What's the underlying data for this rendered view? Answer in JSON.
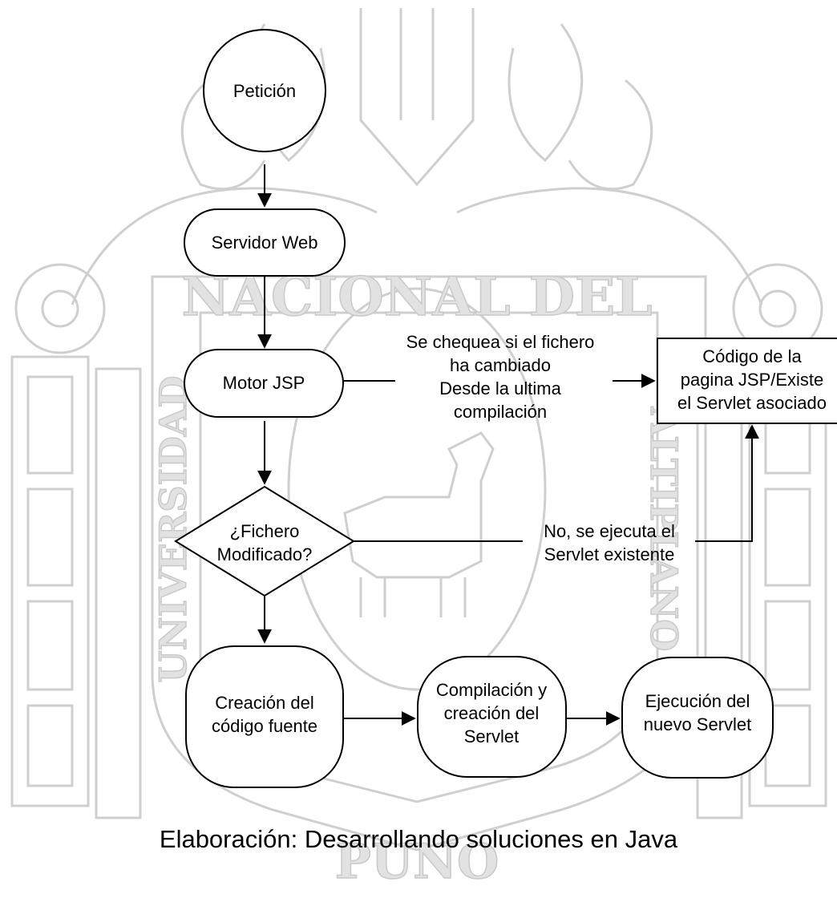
{
  "watermark": {
    "kind": "university-seal",
    "text_top": "NACIONAL DEL",
    "text_left": "UNIVERSIDAD",
    "text_right": "ALTIPLANO",
    "text_bottom": "PUNO"
  },
  "nodes": {
    "peticion": "Petición",
    "servidor_web": "Servidor Web",
    "motor_jsp": "Motor JSP",
    "decision": [
      "¿Fichero",
      "Modificado?"
    ],
    "codigo_pagina": [
      "Código de la",
      "pagina JSP/Existe",
      "el Servlet asociado"
    ],
    "creacion_codigo": [
      "Creación del",
      "código fuente"
    ],
    "compilacion": [
      "Compilación y",
      "creación del",
      "Servlet"
    ],
    "ejecucion": [
      "Ejecución del",
      "nuevo Servlet"
    ]
  },
  "edge_labels": {
    "chequeo": [
      "Se chequea si el fichero",
      "ha cambiado",
      "Desde la ultima",
      "compilación"
    ],
    "no_modificado": [
      "No, se ejecuta el",
      "Servlet existente"
    ]
  },
  "caption": "Elaboración: Desarrollando soluciones en Java",
  "colors": {
    "line": "#000000",
    "watermark": "#cfcfcf",
    "background": "#ffffff"
  }
}
